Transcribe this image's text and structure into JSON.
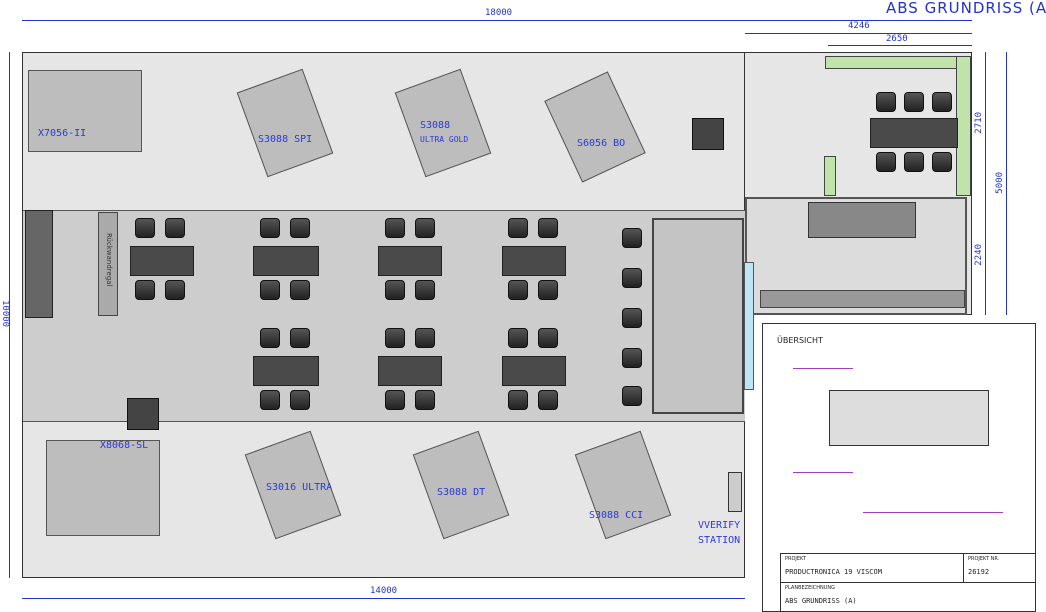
{
  "title": "ABS GRUNDRISS (A)",
  "dimensions": {
    "top_total": "18000",
    "top_right_outer": "4246",
    "top_right_inner": "2650",
    "right_upper": "2710",
    "right_lower": "2240",
    "right_total": "5000",
    "left_total": "10000",
    "bottom_total": "14000"
  },
  "machines": [
    {
      "label": "X7056-II"
    },
    {
      "label": "S3088 SPI"
    },
    {
      "label": "S3088",
      "sub": "ULTRA GOLD"
    },
    {
      "label": "S6056 BO"
    },
    {
      "label": "X8068-SL"
    },
    {
      "label": "S3016 ULTRA"
    },
    {
      "label": "S3088 DT"
    },
    {
      "label": "S3088 CCI"
    },
    {
      "label": "VVERIFY",
      "sub": "STATION"
    }
  ],
  "shelf_label": "Rückwandregal",
  "overview": {
    "heading": "ÜBERSICHT"
  },
  "title_block": {
    "project_label": "PROJEKT",
    "project_value": "PRODUCTRONICA 19 VISCOM",
    "project_no_label": "PROJEKT NR.",
    "project_no_value": "26192",
    "plan_label": "PLANBEZEICHNUNG",
    "plan_value": "ABS GRUNDRISS (A)"
  },
  "colors": {
    "dimension": "#2233cc",
    "floor": "#e3e3e3",
    "aisle": "#cfcfcf",
    "plant": "#bfe3a8"
  }
}
